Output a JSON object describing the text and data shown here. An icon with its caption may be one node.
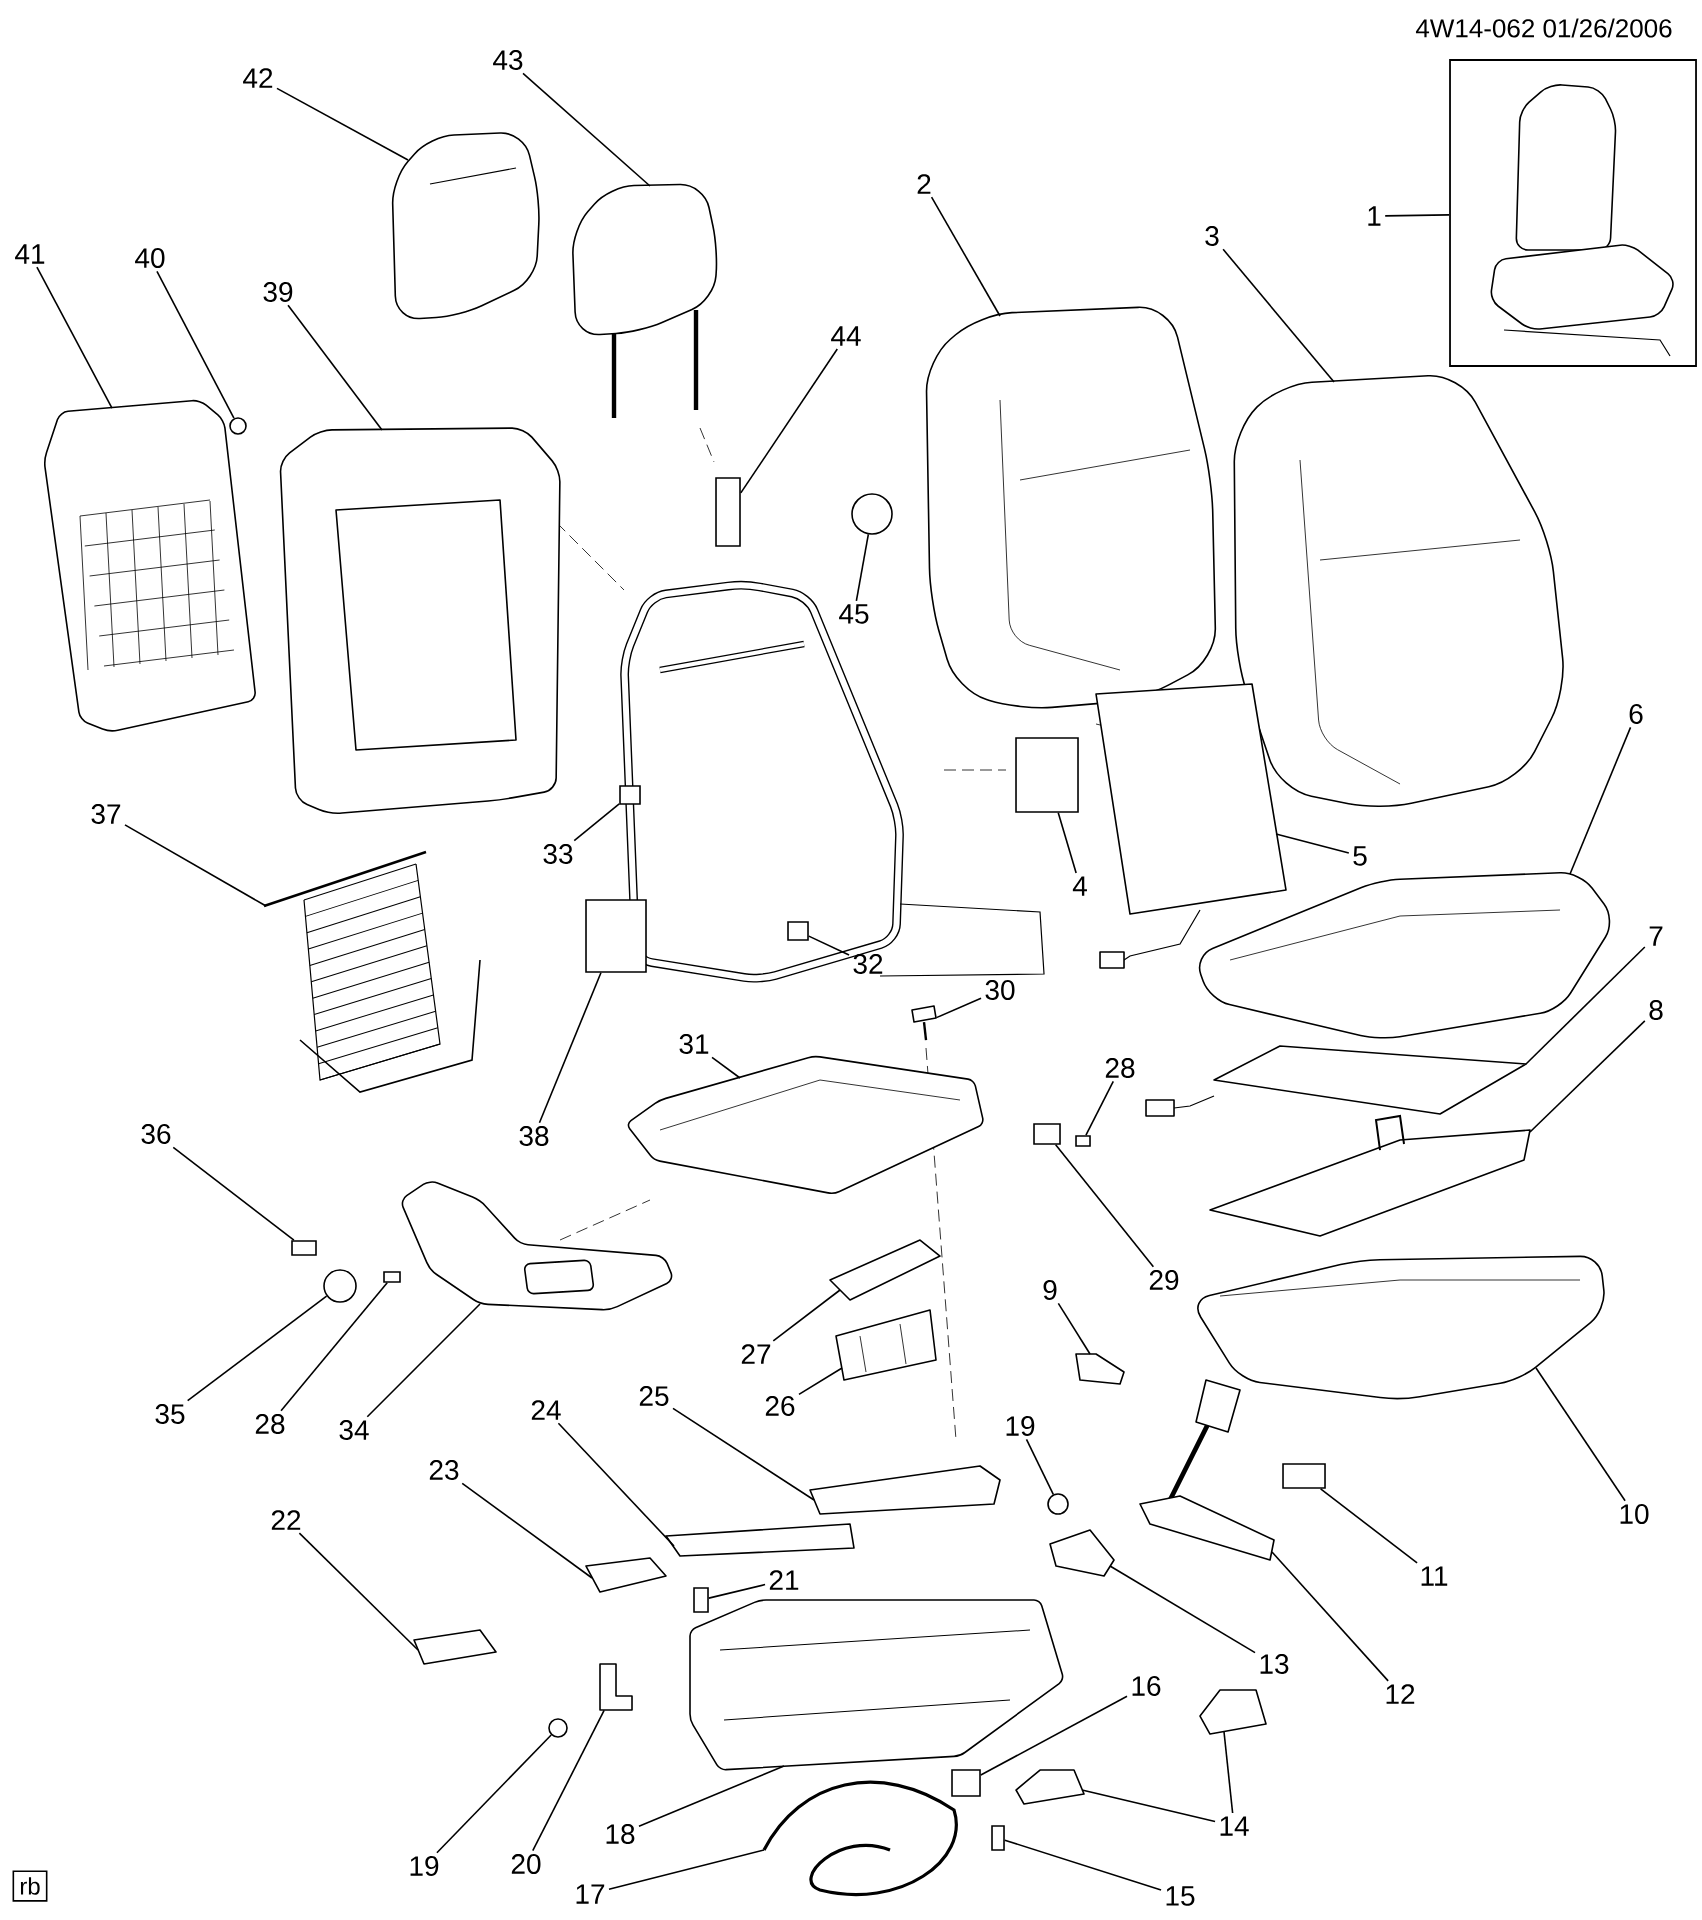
{
  "diagram": {
    "nodes": [
      {
        "text": [
          "1"
        ]
      },
      {
        "text": [
          "2"
        ]
      },
      {
        "text": [
          "3"
        ]
      },
      {
        "text": [
          "4"
        ]
      },
      {
        "text": [
          "5"
        ]
      },
      {
        "text": [
          "6"
        ]
      },
      {
        "text": [
          "7"
        ]
      },
      {
        "text": [
          "8"
        ]
      },
      {
        "text": [
          "9"
        ]
      },
      {
        "text": [
          "10"
        ]
      },
      {
        "text": [
          "11"
        ]
      },
      {
        "text": [
          "12"
        ]
      },
      {
        "text": [
          "13"
        ]
      },
      {
        "text": [
          "14"
        ]
      },
      {
        "text": [
          "15"
        ]
      },
      {
        "text": [
          "16"
        ]
      },
      {
        "text": [
          "17"
        ]
      },
      {
        "text": [
          "18"
        ]
      },
      {
        "text": [
          "19"
        ]
      },
      {
        "text": [
          "19"
        ]
      },
      {
        "text": [
          "20"
        ]
      },
      {
        "text": [
          "21"
        ]
      },
      {
        "text": [
          "22"
        ]
      },
      {
        "text": [
          "23"
        ]
      },
      {
        "text": [
          "24"
        ]
      },
      {
        "text": [
          "25"
        ]
      },
      {
        "text": [
          "26"
        ]
      },
      {
        "text": [
          "27"
        ]
      },
      {
        "text": [
          "28"
        ]
      },
      {
        "text": [
          "28"
        ]
      },
      {
        "text": [
          "29"
        ]
      },
      {
        "text": [
          "30"
        ]
      },
      {
        "text": [
          "31"
        ]
      },
      {
        "text": [
          "32"
        ]
      },
      {
        "text": [
          "33"
        ]
      },
      {
        "text": [
          "34"
        ]
      },
      {
        "text": [
          "35"
        ]
      },
      {
        "text": [
          "36"
        ]
      },
      {
        "text": [
          "37"
        ]
      },
      {
        "text": [
          "38"
        ]
      },
      {
        "text": [
          "39"
        ]
      },
      {
        "text": [
          "40"
        ]
      },
      {
        "text": [
          "41"
        ]
      },
      {
        "text": [
          "42"
        ]
      },
      {
        "text": [
          "43"
        ]
      },
      {
        "text": [
          "44"
        ]
      },
      {
        "text": [
          "45"
        ]
      },
      {
        "text": [],
        "shape": "picture"
      },
      {
        "text": [],
        "shape": "box"
      },
      {
        "text": [],
        "shape": "circle"
      },
      {
        "text": [],
        "shape": "picture"
      },
      {
        "text": [],
        "shape": "box"
      },
      {
        "text": [],
        "shape": "box"
      },
      {
        "text": [],
        "shape": "box"
      },
      {
        "text": [],
        "shape": "box"
      },
      {
        "text": [],
        "shape": "picture"
      },
      {
        "text": [],
        "shape": "box"
      },
      {
        "text": [],
        "shape": "box"
      },
      {
        "text": [],
        "shape": "box"
      },
      {
        "text": [],
        "shape": "circle"
      },
      {
        "text": [],
        "shape": "box"
      },
      {
        "text": [],
        "shape": "circle"
      },
      {
        "text": [],
        "shape": "box"
      },
      {
        "text": [],
        "shape": "box"
      },
      {
        "text": [],
        "shape": "picture"
      },
      {
        "text": [],
        "shape": "picture"
      },
      {
        "text": [],
        "shape": "box"
      },
      {
        "text": [],
        "shape": "picture"
      },
      {
        "text": [],
        "shape": "picture"
      },
      {
        "text": [],
        "shape": "picture"
      },
      {
        "text": [],
        "shape": "picture"
      },
      {
        "text": [],
        "shape": "picture"
      },
      {
        "text": [],
        "shape": "picture"
      },
      {
        "text": [],
        "shape": "picture"
      },
      {
        "text": [],
        "shape": "picture"
      },
      {
        "text": [],
        "shape": "picture"
      },
      {
        "text": [],
        "shape": "picture"
      },
      {
        "text": [],
        "shape": "picture"
      },
      {
        "text": [],
        "shape": "picture"
      },
      {
        "text": [],
        "shape": "picture"
      },
      {
        "text": [],
        "shape": "picture"
      },
      {
        "text": [],
        "shape": "picture"
      },
      {
        "text": [],
        "shape": "picture"
      },
      {
        "text": [],
        "shape": "picture"
      },
      {
        "text": [],
        "shape": "picture"
      },
      {
        "text": [],
        "shape": "picture"
      },
      {
        "text": [],
        "shape": "picture"
      },
      {
        "text": [],
        "shape": "circle"
      },
      {
        "text": [],
        "shape": "picture"
      },
      {
        "text": [],
        "shape": "box"
      },
      {
        "text": [],
        "shape": "picture"
      },
      {
        "text": [],
        "shape": "picture"
      },
      {
        "text": [],
        "shape": "picture"
      },
      {
        "text": [],
        "shape": "picture"
      },
      {
        "text": [],
        "shape": "circle"
      }
    ],
    "edges": [
      {
        "from": 0,
        "to": 47,
        "arrow": "none"
      },
      {
        "from": 1,
        "to": 64,
        "arrow": "none"
      },
      {
        "from": 2,
        "to": 65,
        "arrow": "none"
      },
      {
        "from": 3,
        "to": 66,
        "arrow": "none"
      },
      {
        "from": 4,
        "to": 67,
        "arrow": "none"
      },
      {
        "from": 5,
        "to": 68,
        "arrow": "none"
      },
      {
        "from": 6,
        "to": 69,
        "arrow": "none"
      },
      {
        "from": 7,
        "to": 70,
        "arrow": "none"
      },
      {
        "from": 8,
        "to": 71,
        "arrow": "none"
      },
      {
        "from": 9,
        "to": 72,
        "arrow": "none"
      },
      {
        "from": 10,
        "to": 48,
        "arrow": "none"
      },
      {
        "from": 11,
        "to": 73,
        "arrow": "none"
      },
      {
        "from": 12,
        "to": 74,
        "arrow": "none"
      },
      {
        "from": 13,
        "to": 75,
        "arrow": "none"
      },
      {
        "from": 13,
        "to": 76,
        "arrow": "none"
      },
      {
        "from": 14,
        "to": 62,
        "arrow": "none"
      },
      {
        "from": 15,
        "to": 63,
        "arrow": "none"
      },
      {
        "from": 16,
        "to": 77,
        "arrow": "none"
      },
      {
        "from": 17,
        "to": 78,
        "arrow": "none"
      },
      {
        "from": 18,
        "to": 61,
        "arrow": "none"
      },
      {
        "from": 19,
        "to": 49,
        "arrow": "none"
      },
      {
        "from": 20,
        "to": 50,
        "arrow": "none"
      },
      {
        "from": 21,
        "to": 51,
        "arrow": "none"
      },
      {
        "from": 22,
        "to": 79,
        "arrow": "none"
      },
      {
        "from": 23,
        "to": 80,
        "arrow": "none"
      },
      {
        "from": 24,
        "to": 81,
        "arrow": "none"
      },
      {
        "from": 25,
        "to": 82,
        "arrow": "none"
      },
      {
        "from": 26,
        "to": 83,
        "arrow": "none"
      },
      {
        "from": 27,
        "to": 84,
        "arrow": "none"
      },
      {
        "from": 28,
        "to": 52,
        "arrow": "none"
      },
      {
        "from": 29,
        "to": 53,
        "arrow": "none"
      },
      {
        "from": 30,
        "to": 54,
        "arrow": "none"
      },
      {
        "from": 31,
        "to": 55,
        "arrow": "none"
      },
      {
        "from": 32,
        "to": 85,
        "arrow": "none"
      },
      {
        "from": 33,
        "to": 56,
        "arrow": "none"
      },
      {
        "from": 34,
        "to": 57,
        "arrow": "none"
      },
      {
        "from": 35,
        "to": 86,
        "arrow": "none"
      },
      {
        "from": 36,
        "to": 87,
        "arrow": "none"
      },
      {
        "from": 37,
        "to": 58,
        "arrow": "none"
      },
      {
        "from": 38,
        "to": 88,
        "arrow": "none"
      },
      {
        "from": 39,
        "to": 89,
        "arrow": "none"
      },
      {
        "from": 40,
        "to": 90,
        "arrow": "none"
      },
      {
        "from": 41,
        "to": 59,
        "arrow": "none"
      },
      {
        "from": 42,
        "to": 91,
        "arrow": "none"
      },
      {
        "from": 43,
        "to": 92,
        "arrow": "none"
      },
      {
        "from": 44,
        "to": 93,
        "arrow": "none"
      },
      {
        "from": 45,
        "to": 60,
        "arrow": "none"
      },
      {
        "from": 46,
        "to": 94,
        "arrow": "none"
      }
    ],
    "labels": [
      "4W14-062 01/26/2006",
      "rb"
    ]
  }
}
